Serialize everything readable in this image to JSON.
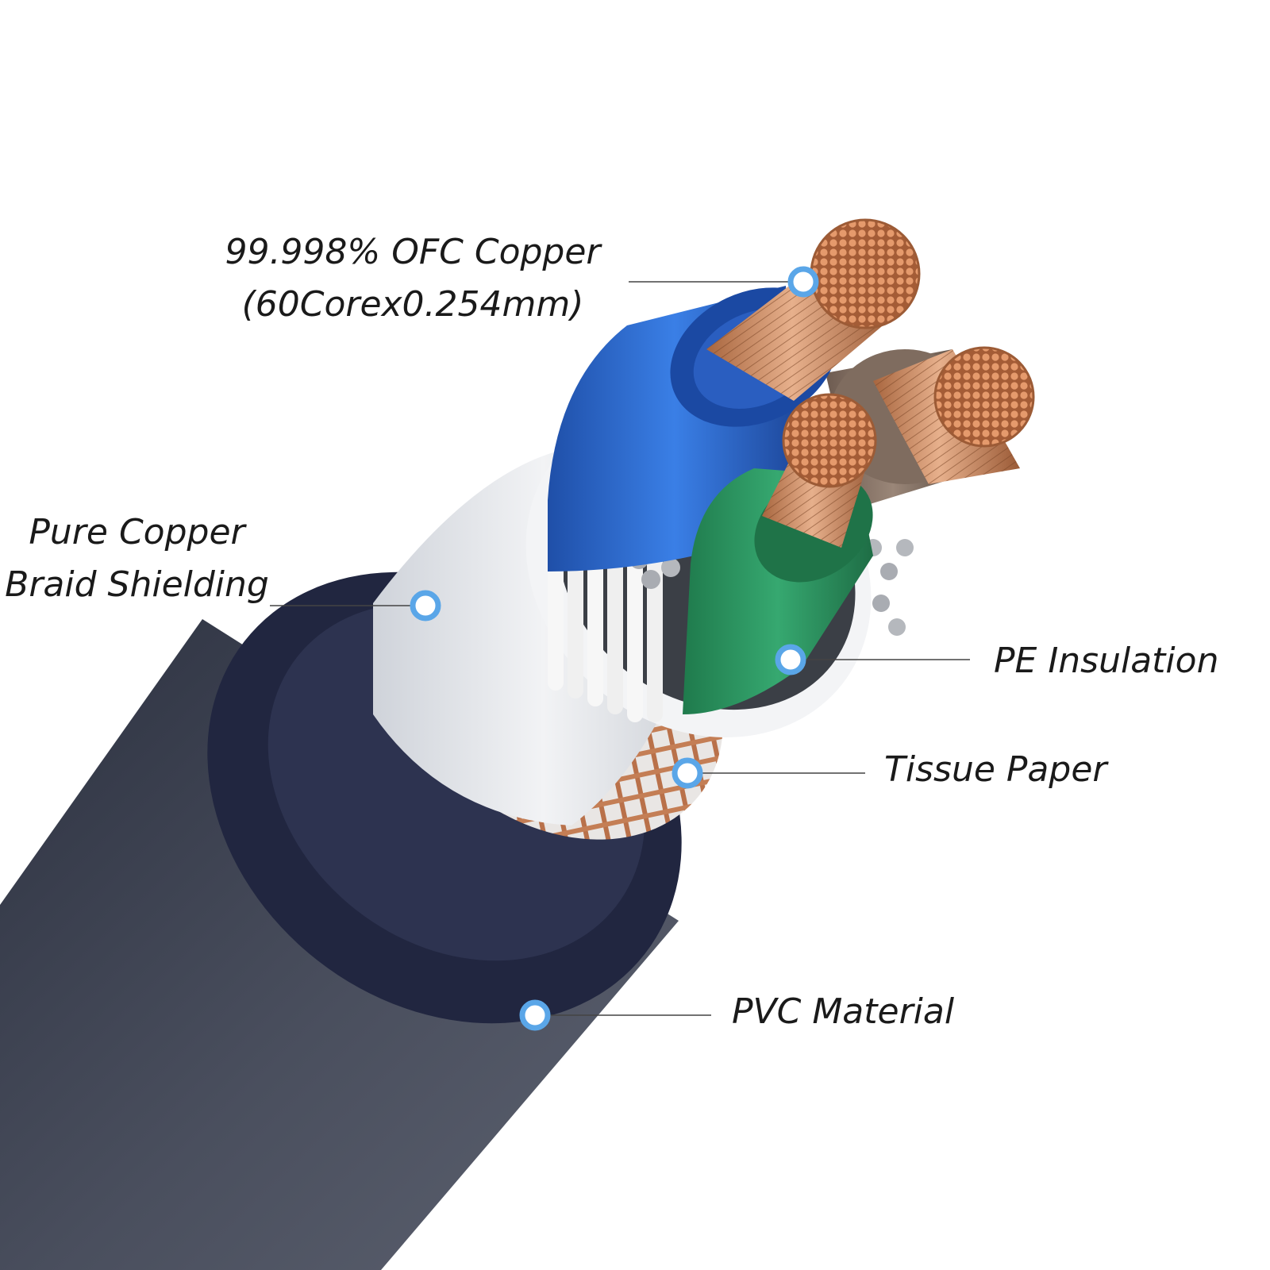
{
  "colors": {
    "background": "#ffffff",
    "jacket": "#3c4150",
    "jacket_dark": "#21263f",
    "copper": "#d98a5d",
    "blue_insulation": "#2f6fd3",
    "green_insulation": "#2f9a62",
    "brown_insulation": "#8a7668",
    "tissue_paper": "#e6e8ec",
    "marker_ring": "#5aa6e8",
    "leader_line": "#444444",
    "label_text": "#1a1a1a"
  },
  "callouts": [
    {
      "id": "ofc-copper",
      "lines": [
        "99.998% OFC Copper",
        "(60Corex0.254mm)"
      ],
      "marker_icon": "callout-dot-icon"
    },
    {
      "id": "braid-shielding",
      "lines": [
        "Pure Copper",
        "Braid Shielding"
      ],
      "marker_icon": "callout-dot-icon"
    },
    {
      "id": "pe-insulation",
      "lines": [
        "PE Insulation"
      ],
      "marker_icon": "callout-dot-icon"
    },
    {
      "id": "tissue-paper",
      "lines": [
        "Tissue Paper"
      ],
      "marker_icon": "callout-dot-icon"
    },
    {
      "id": "pvc-material",
      "lines": [
        "PVC Material"
      ],
      "marker_icon": "callout-dot-icon"
    }
  ]
}
